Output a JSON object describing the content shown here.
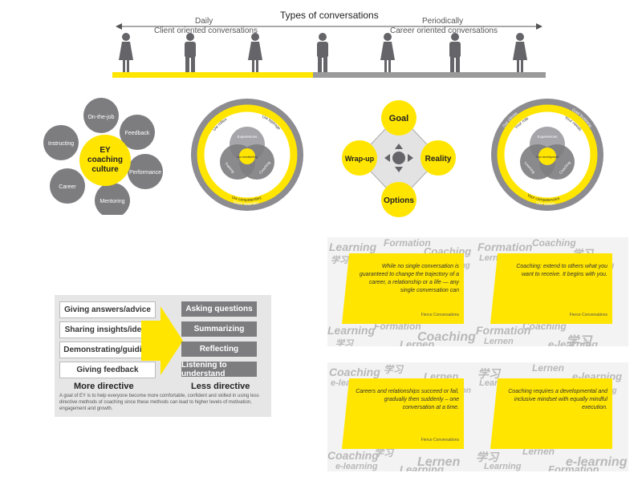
{
  "timeline": {
    "title": "Types of conversations",
    "left_label": "Daily",
    "left_sub": "Client oriented conversations",
    "right_label": "Periodically",
    "right_sub": "Career oriented conversations"
  },
  "coaching_culture": {
    "center": [
      "EY",
      "coaching",
      "culture"
    ],
    "petals": [
      "On-the-job",
      "Feedback",
      "Performance",
      "Mentoring",
      "Career",
      "Instructing"
    ]
  },
  "venn_left": {
    "outer_top": "Uw ervaringen",
    "outer_left": "Uw rollen",
    "outer_right": "Uw bijdrage",
    "outer_bottom": "Uw competenties",
    "outer_ring": "Onze waarden",
    "top_circle": "Experiences",
    "left_circle": "Training",
    "right_circle": "Coaching",
    "center": "Uw ontwikkeling"
  },
  "grow": {
    "goal": "Goal",
    "reality": "Reality",
    "options": "Options",
    "wrapup": "Wrap-up"
  },
  "venn_right": {
    "outer_top_left": "Our clients",
    "outer_top_right": "Goal business",
    "outer_left": "Your role",
    "outer_right": "Your needs",
    "outer_bottom": "Your competencies",
    "outer_ring": "Our values",
    "top_circle": "Experiences",
    "left_circle": "Learning",
    "right_circle": "Coaching",
    "center": "Your development"
  },
  "directive": {
    "left_items": [
      "Giving answers/advice",
      "Sharing insights/ideas",
      "Demonstrating/guiding",
      "Giving feedback"
    ],
    "right_items": [
      "Asking questions",
      "Summarizing",
      "Reflecting",
      "Listening to understand"
    ],
    "left_label": "More directive",
    "right_label": "Less directive",
    "note": "A goal of EY is to help everyone become more comfortable, confident and skilled in using less directive methods of coaching since these methods can lead to higher levels of motivation, engagement and growth."
  },
  "cards": [
    {
      "text": "While no single conversation is guaranteed to change the trajectory of a career, a relationship or a life — any single conversation can",
      "author": "Fierce Conversations"
    },
    {
      "text": "Coaching: extend to others what you want to receive. It begins with you.",
      "author": "Fierce Conversations"
    },
    {
      "text": "Careers and relationships succeed or fail, gradually then suddenly – one conversation at a time.",
      "author": "Fierce Conversations"
    },
    {
      "text": "Coaching requires a developmental and inclusive mindset with equally mindful execution.",
      "author": ""
    }
  ],
  "card_words": [
    "Learning",
    "Formation",
    "Coaching",
    "学习",
    "Lernen",
    "e-learning"
  ],
  "colors": {
    "yellow": "#ffe500",
    "dark_grey": "#646469",
    "mid_grey": "#8c8c91",
    "light_grey": "#c8c8c8"
  }
}
